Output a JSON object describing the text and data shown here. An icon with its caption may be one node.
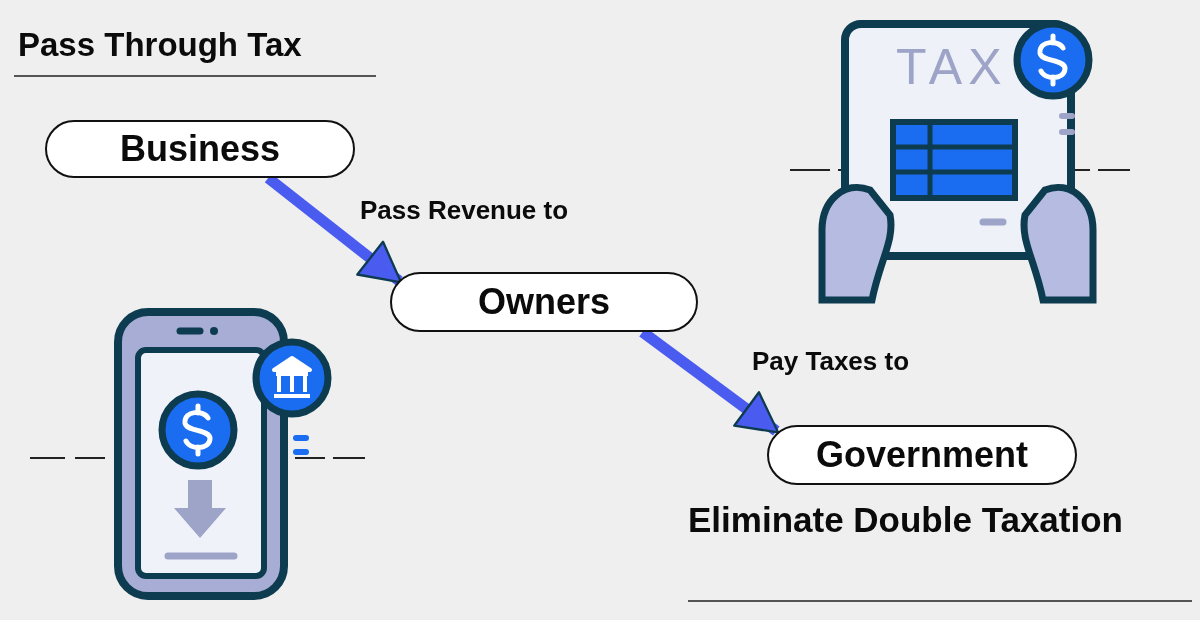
{
  "diagram": {
    "title": "Pass Through Tax",
    "nodes": [
      {
        "text": [
          "Business"
        ]
      },
      {
        "text": [
          "Owners"
        ]
      },
      {
        "text": [
          "Government"
        ]
      }
    ],
    "edges": [
      {
        "from": 0,
        "to": 1,
        "arrow": "to",
        "label": "Pass Revenue to"
      },
      {
        "from": 1,
        "to": 2,
        "arrow": "to",
        "label": "Pay Taxes to"
      }
    ],
    "labels": [
      "TAX",
      "Eliminate Double Taxation"
    ]
  }
}
